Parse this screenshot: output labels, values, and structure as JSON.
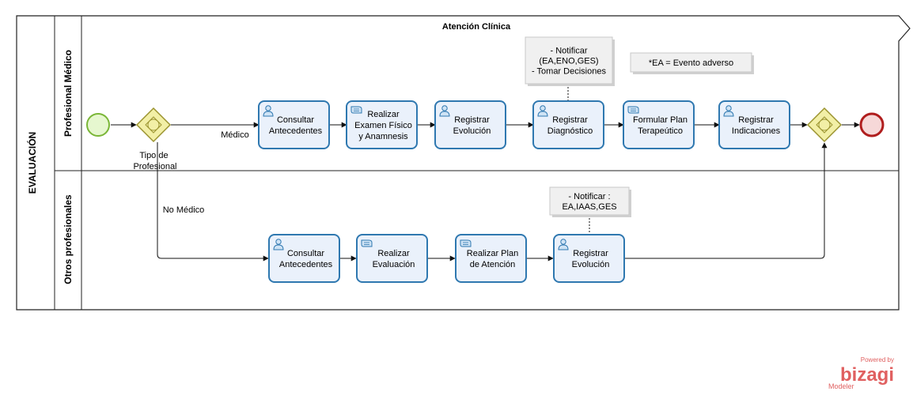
{
  "pool": {
    "title": "Atención Clínica",
    "label": "EVALUACIÓN"
  },
  "lanes": [
    {
      "label": "Profesional Médico"
    },
    {
      "label": "Otros profesionales"
    }
  ],
  "gateway_split": {
    "label_lines": [
      "Tipo de",
      "Profesional"
    ]
  },
  "flow_labels": {
    "medico": "Médico",
    "no_medico": "No Médico"
  },
  "tasks_medico": [
    {
      "type": "user",
      "lines": [
        "Consultar",
        "Antecedentes"
      ]
    },
    {
      "type": "manual",
      "lines": [
        "Realizar",
        "Examen Físico",
        "y Anamnesis"
      ]
    },
    {
      "type": "user",
      "lines": [
        "Registrar",
        "Evolución"
      ]
    },
    {
      "type": "user",
      "lines": [
        "Registrar",
        "Diagnóstico"
      ]
    },
    {
      "type": "manual",
      "lines": [
        "Formular Plan",
        "Terapeútico"
      ]
    },
    {
      "type": "user",
      "lines": [
        "Registrar",
        "Indicaciones"
      ]
    }
  ],
  "tasks_otros": [
    {
      "type": "user",
      "lines": [
        "Consultar",
        "Antecedentes"
      ]
    },
    {
      "type": "manual",
      "lines": [
        "Realizar",
        "Evaluación"
      ]
    },
    {
      "type": "manual",
      "lines": [
        "Realizar Plan",
        "de Atención"
      ]
    },
    {
      "type": "user",
      "lines": [
        "Registrar",
        "Evolución"
      ]
    }
  ],
  "annotations": [
    {
      "lines": [
        "- Notificar",
        "(EA,ENO,GES)",
        "- Tomar Decisiones"
      ]
    },
    {
      "lines": [
        "*EA = Evento adverso"
      ]
    },
    {
      "lines": [
        "- Notificar :",
        "EA,IAAS,GES"
      ]
    }
  ],
  "watermark": {
    "powered": "Powered by",
    "brand": "bizagi",
    "product": "Modeler"
  },
  "colors": {
    "task_fill": "#eaf1fb",
    "task_stroke": "#2f78b0",
    "start_fill": "#e6f7cf",
    "start_stroke": "#7ab637",
    "end_fill": "#f6d8d8",
    "end_stroke": "#b01e1e",
    "gateway_fill": "#f2efa6",
    "gateway_stroke": "#9b9430",
    "annotation_fill": "#f0f0f0",
    "brand": "#e06060"
  }
}
